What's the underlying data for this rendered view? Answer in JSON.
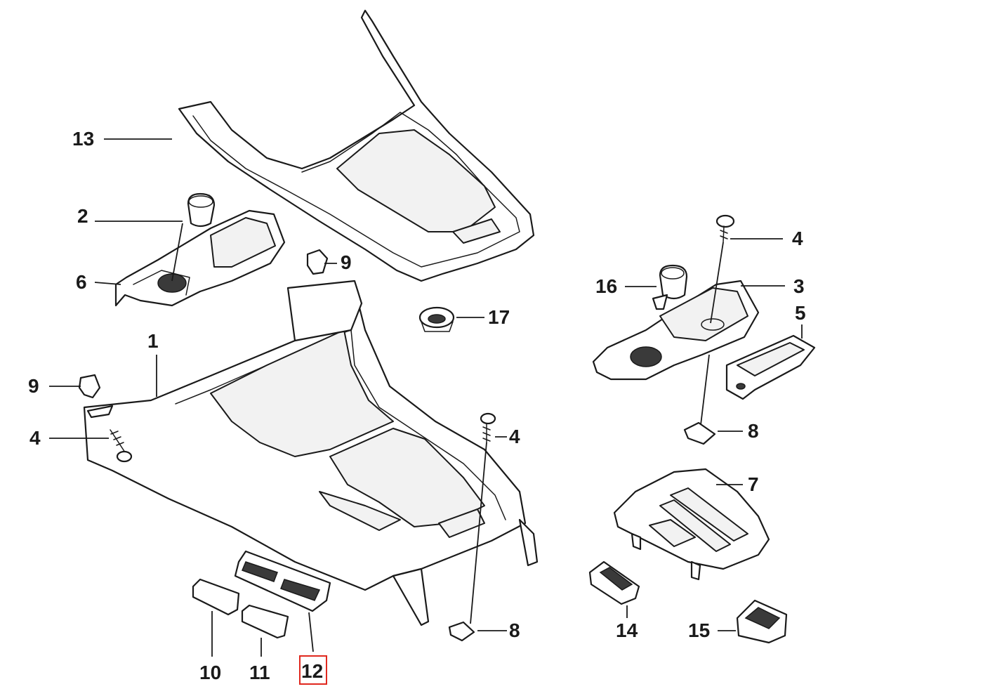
{
  "diagram": {
    "highlight_color": "#e0281e",
    "labels": {
      "p1": "1",
      "p2": "2",
      "p3": "3",
      "p4a": "4",
      "p4b": "4",
      "p4c": "4",
      "p5": "5",
      "p6": "6",
      "p7": "7",
      "p8a": "8",
      "p8b": "8",
      "p9a": "9",
      "p9b": "9",
      "p10": "10",
      "p11": "11",
      "p12": "12",
      "p13": "13",
      "p14": "14",
      "p15": "15",
      "p16": "16",
      "p17": "17"
    },
    "highlighted_part": "12"
  }
}
